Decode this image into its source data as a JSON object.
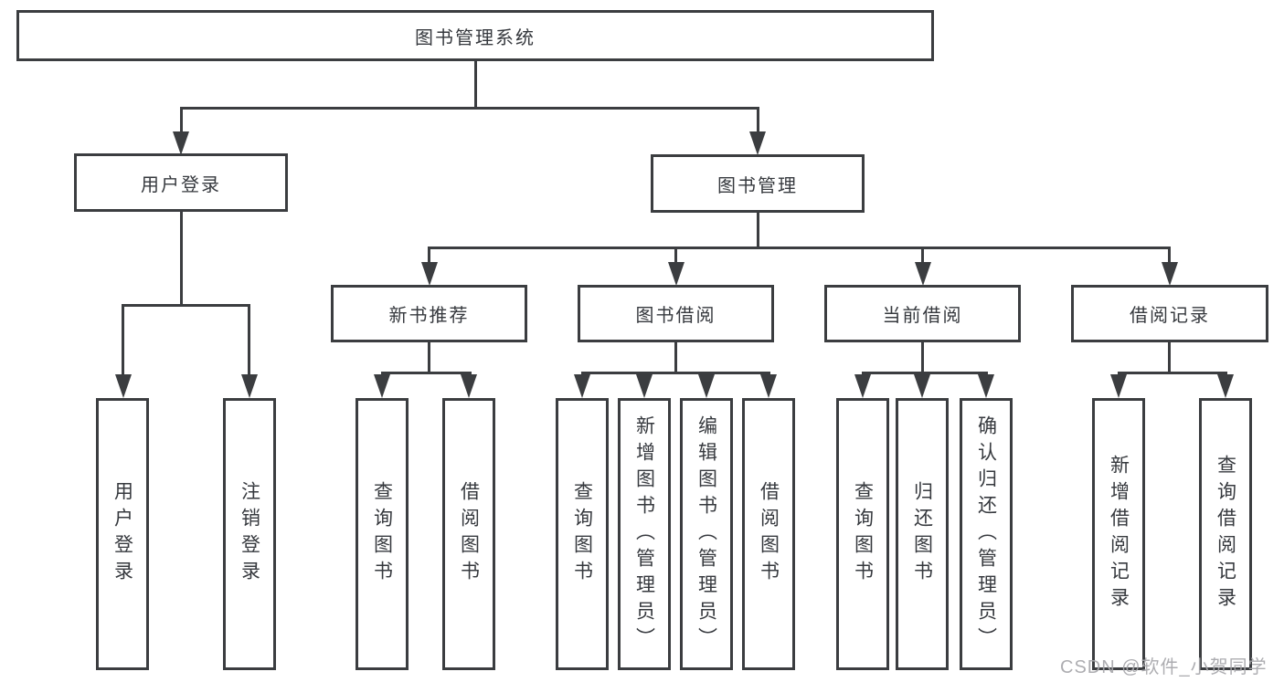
{
  "diagram": {
    "root": {
      "label": "图书管理系统"
    },
    "user_login": {
      "label": "用户登录",
      "children": [
        {
          "label": "用户登录"
        },
        {
          "label": "注销登录"
        }
      ]
    },
    "book_mgmt": {
      "label": "图书管理",
      "children": [
        {
          "label": "新书推荐",
          "children": [
            {
              "label": "查询图书"
            },
            {
              "label": "借阅图书"
            }
          ]
        },
        {
          "label": "图书借阅",
          "children": [
            {
              "label": "查询图书"
            },
            {
              "label": "新增图书（管理员）"
            },
            {
              "label": "编辑图书（管理员）"
            },
            {
              "label": "借阅图书"
            }
          ]
        },
        {
          "label": "当前借阅",
          "children": [
            {
              "label": "查询图书"
            },
            {
              "label": "归还图书"
            },
            {
              "label": "确认归还（管理员）"
            }
          ]
        },
        {
          "label": "借阅记录",
          "children": [
            {
              "label": "新增借阅记录"
            },
            {
              "label": "查询借阅记录"
            }
          ]
        }
      ]
    },
    "watermark": "CSDN @软件_小贺同学"
  }
}
